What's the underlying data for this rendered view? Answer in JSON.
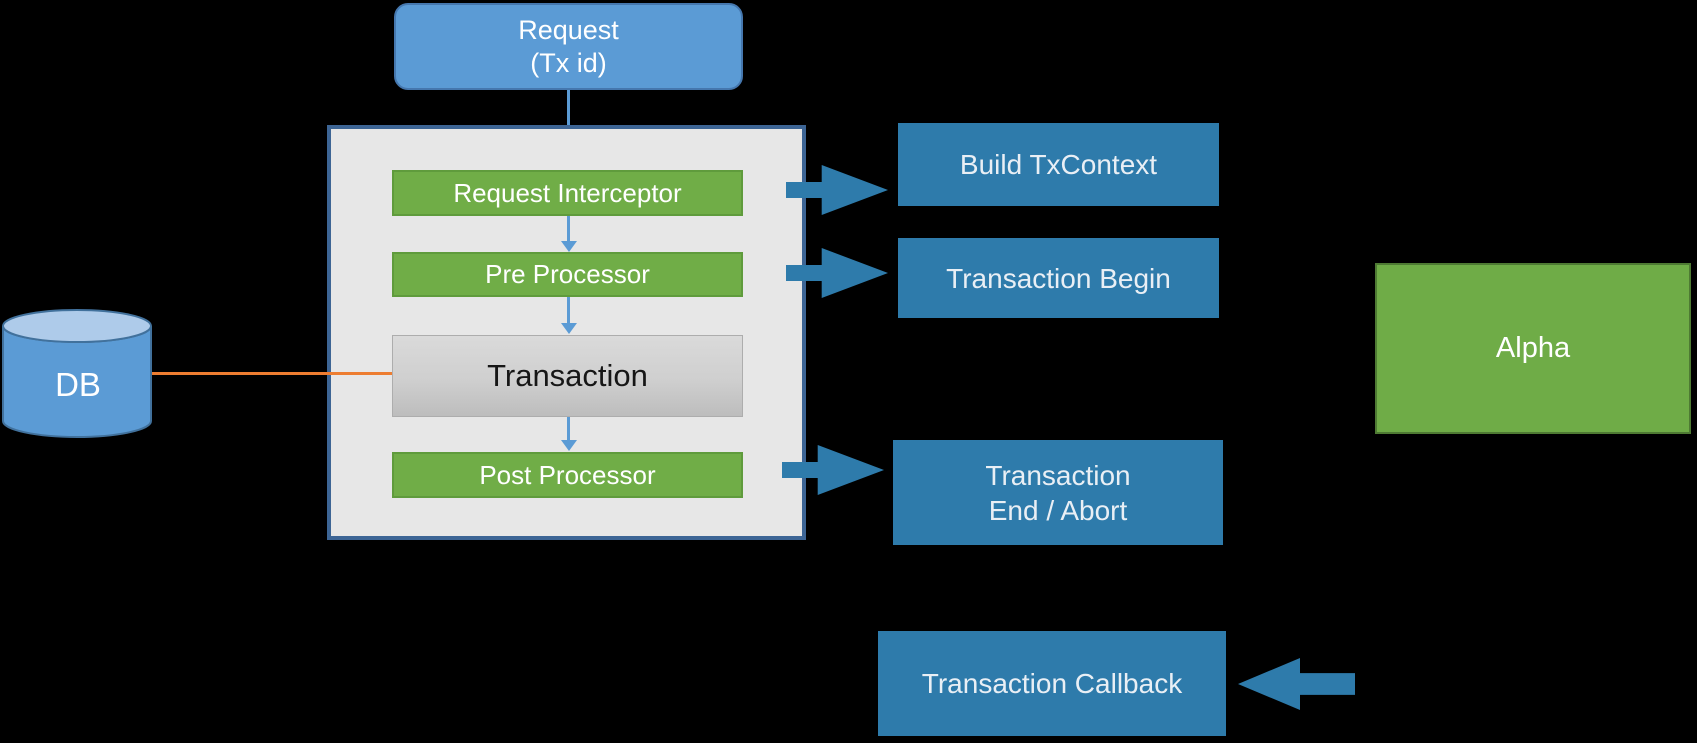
{
  "diagram": {
    "request": {
      "label": "Request\n(Tx id)"
    },
    "pipeline": {
      "boxes": [
        {
          "id": "request-interceptor",
          "label": "Request Interceptor"
        },
        {
          "id": "pre-processor",
          "label": "Pre Processor"
        },
        {
          "id": "transaction",
          "label": "Transaction"
        },
        {
          "id": "post-processor",
          "label": "Post Processor"
        }
      ]
    },
    "db": {
      "label": "DB"
    },
    "side_boxes": [
      {
        "id": "build-txcontext",
        "label": "Build TxContext"
      },
      {
        "id": "transaction-begin",
        "label": "Transaction Begin"
      },
      {
        "id": "transaction-end-abort",
        "label": "Transaction\nEnd / Abort"
      },
      {
        "id": "transaction-callback",
        "label": "Transaction Callback"
      }
    ],
    "alpha": {
      "label": "Alpha"
    },
    "colors": {
      "background": "#000000",
      "request_blue_fill": "#5B9BD5",
      "request_blue_border": "#4577AE",
      "green_fill": "#70AD47",
      "green_border": "#5F9B3C",
      "side_note_blue": "#2E7BAB",
      "container_fill": "#E7E7E7",
      "container_border": "#3D6595",
      "orange_link": "#ED7D31",
      "transaction_gray_top": "#DADADA",
      "transaction_gray_bottom": "#BDBDBD",
      "db_body_fill": "#5B9BD5",
      "db_top_fill": "#AECBEA",
      "db_outline": "#41719C",
      "connector_blue": "#5B9BD5"
    }
  }
}
